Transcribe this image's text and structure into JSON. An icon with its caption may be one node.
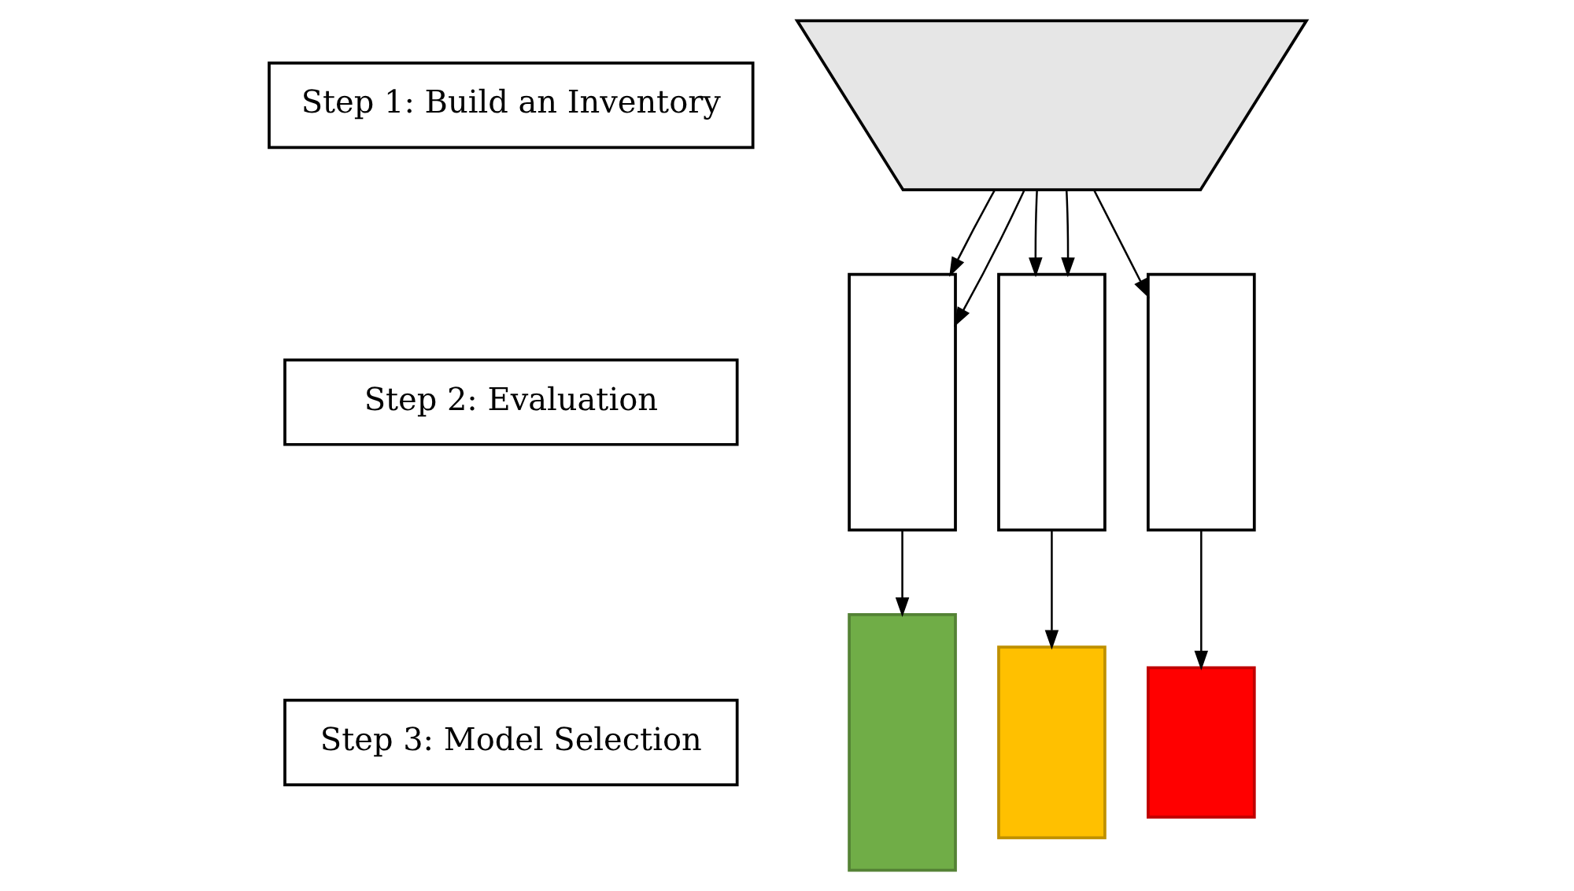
{
  "diagram": {
    "nodes": [
      {
        "text": [
          "Step 1: Build an Inventory"
        ]
      },
      {
        "text": [
          "Step 2: Evaluation"
        ]
      },
      {
        "text": [
          "Step 3: Model Selection"
        ]
      },
      {
        "text": [],
        "shape": "trapezoid"
      },
      {
        "text": [],
        "shape": "box"
      },
      {
        "text": [],
        "shape": "box"
      },
      {
        "text": [],
        "shape": "box"
      },
      {
        "text": [],
        "shape": "box"
      },
      {
        "text": [],
        "shape": "box"
      },
      {
        "text": [],
        "shape": "box"
      }
    ],
    "edges": [
      {
        "from": 3,
        "to": 4,
        "arrow": "to"
      },
      {
        "from": 3,
        "to": 4,
        "arrow": "to"
      },
      {
        "from": 3,
        "to": 5,
        "arrow": "to"
      },
      {
        "from": 3,
        "to": 5,
        "arrow": "to"
      },
      {
        "from": 3,
        "to": 6,
        "arrow": "to"
      },
      {
        "from": 4,
        "to": 7,
        "arrow": "to"
      },
      {
        "from": 5,
        "to": 8,
        "arrow": "to"
      },
      {
        "from": 6,
        "to": 9,
        "arrow": "to"
      }
    ]
  }
}
